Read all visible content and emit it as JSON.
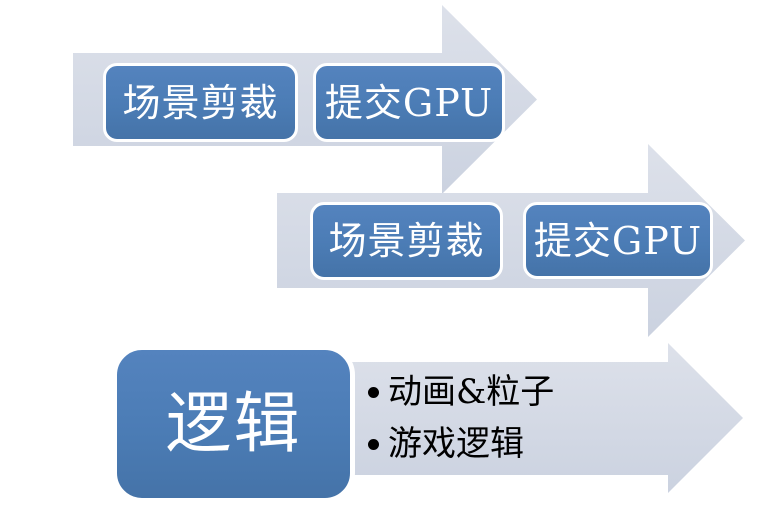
{
  "diagram": {
    "type": "staggered-process-arrows",
    "rows": [
      {
        "name": "render-pipeline-top",
        "steps": [
          "场景剪裁",
          "提交GPU"
        ]
      },
      {
        "name": "render-pipeline-middle",
        "steps": [
          "场景剪裁",
          "提交GPU"
        ]
      },
      {
        "name": "logic-stage",
        "title": "逻辑",
        "bullets": [
          "动画&粒子",
          "游戏逻辑"
        ]
      }
    ],
    "colors": {
      "step_fill": "#4b7cb5",
      "step_border": "#ffffff",
      "step_text": "#ffffff",
      "arrow_fill": "#d3d9e4",
      "bullet_text": "#000000",
      "background": "#ffffff"
    }
  }
}
